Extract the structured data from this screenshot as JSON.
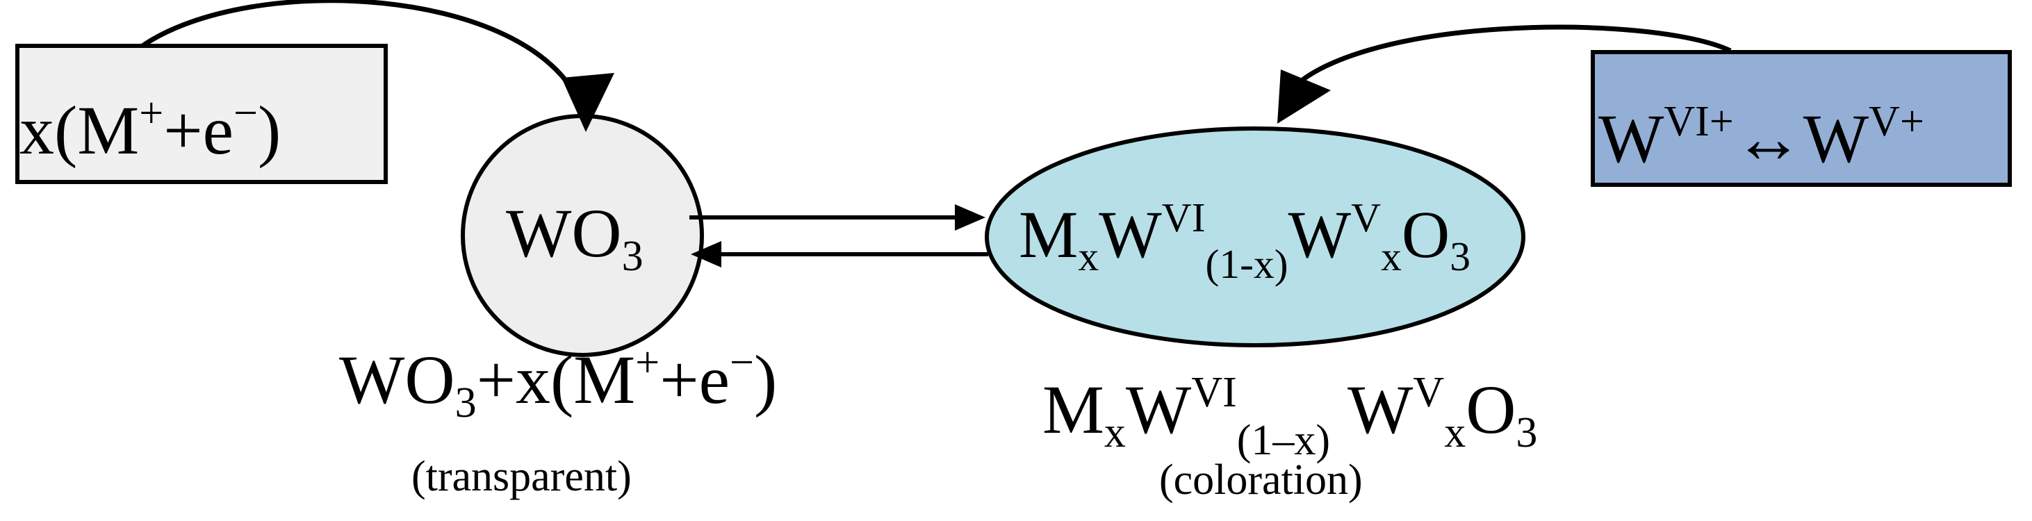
{
  "colors": {
    "box_left_fill": "#f0f0f0",
    "circle_fill": "#eeeeee",
    "ellipse_fill": "#b7dfe8",
    "box_right_fill": "#94afd6",
    "stroke": "#000000"
  },
  "box_left": {
    "coeff": "x(M",
    "plus": "+",
    "mid": "+e",
    "minus": "−",
    "close": ")"
  },
  "circle": {
    "base": "WO",
    "sub": "3"
  },
  "ellipse": {
    "m": "M",
    "m_sub": "x",
    "w1": "W",
    "w1_sup": "VI",
    "w1_sub": "(1-x)",
    "w2": "W",
    "w2_sup": "V",
    "w2_sub": "x",
    "o": "O",
    "o_sub": "3"
  },
  "box_right": {
    "w1": "W",
    "w1_sup": "VI+",
    "arrow": "↔",
    "w2": "W",
    "w2_sup": "V+"
  },
  "eq_left": {
    "a": "WO",
    "a_sub": "3",
    "b": "+x(M",
    "plus": "+",
    "c": "+e",
    "minus": "−",
    "d": ")",
    "caption": "(transparent)"
  },
  "eq_right": {
    "m": "M",
    "m_sub": "x",
    "w1": "W",
    "w1_sup": "VI",
    "w1_sub": "(1–x)",
    "w2": "W",
    "w2_sup": "V",
    "w2_sub": "x",
    "o": "O",
    "o_sub": "3",
    "caption": "(coloration)"
  }
}
